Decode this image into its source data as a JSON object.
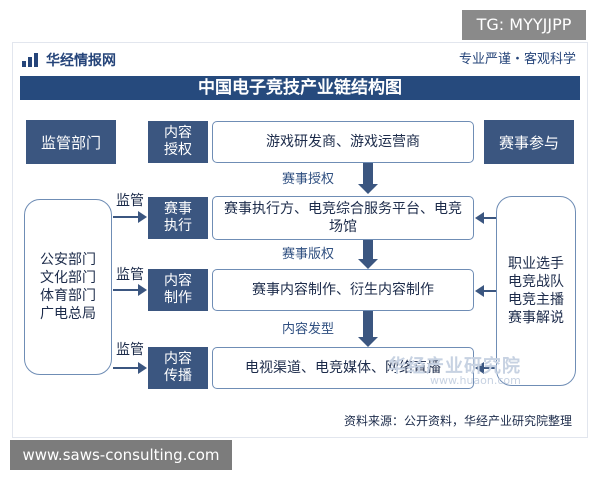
{
  "corner_tag": "TG: MYYJJPP",
  "header": {
    "brand": "华经情报网",
    "slogan": "专业严谨・客观科学",
    "title": "中国电子竞技产业链结构图"
  },
  "left_top": "监管部门",
  "right_top": "赛事参与",
  "stages": [
    {
      "label": "内容\n授权",
      "content": "游戏研发商、游戏运营商"
    },
    {
      "label": "赛事\n执行",
      "content": "赛事执行方、电竞综合服务平台、电竞场馆"
    },
    {
      "label": "内容\n制作",
      "content": "赛事内容制作、衍生内容制作"
    },
    {
      "label": "内容\n传播",
      "content": "电视渠道、电竞媒体、网络直播"
    }
  ],
  "flow_labels": [
    "赛事授权",
    "赛事版权",
    "内容发型"
  ],
  "supervise_label": "监管",
  "regulators": [
    "公安部门",
    "文化部门",
    "体育部门",
    "广电总局"
  ],
  "participants": [
    "职业选手",
    "电竞战队",
    "电竞主播",
    "赛事解说"
  ],
  "watermark": {
    "logo": "华经产业研究院",
    "url": "www.huaon.com"
  },
  "source": "资料来源：公开资料，华经产业研究院整理",
  "footer_url": "www.saws-consulting.com"
}
